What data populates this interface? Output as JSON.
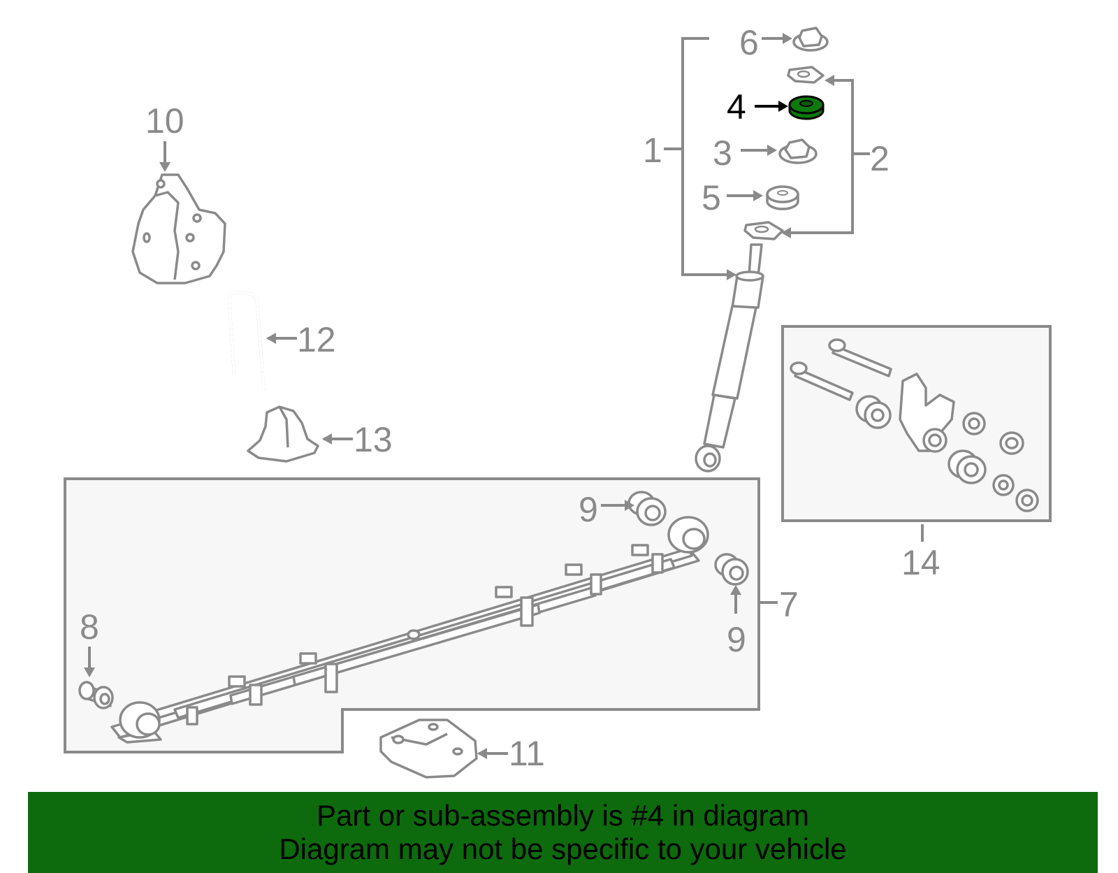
{
  "callouts": {
    "c1": "1",
    "c2": "2",
    "c3": "3",
    "c4": "4",
    "c5": "5",
    "c6": "6",
    "c7": "7",
    "c8": "8",
    "c9a": "9",
    "c9b": "9",
    "c10": "10",
    "c11": "11",
    "c12": "12",
    "c13": "13",
    "c14": "14"
  },
  "highlighted_part": "4",
  "colors": {
    "highlight_part": "#0e7a0e",
    "banner_background": "#0d6a0d",
    "line_art": "#8a8a8a"
  },
  "banner": {
    "line1": "Part or sub-assembly is #4 in diagram",
    "line2": "Diagram may not be specific to your vehicle"
  }
}
